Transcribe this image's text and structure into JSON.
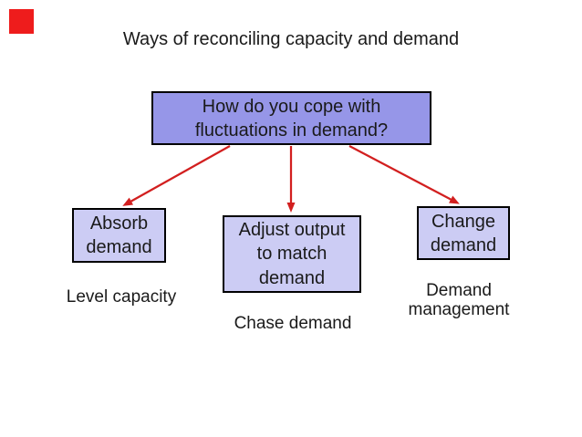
{
  "colors": {
    "logo-red": "#ee1c1c",
    "arrow-red": "#d21f1f",
    "node-fill-primary": "#9696e8",
    "node-fill-secondary": "#ccccf4",
    "node-border": "#000000",
    "text": "#1a1a1a"
  },
  "slide": {
    "title": "Ways of reconciling capacity and demand",
    "logo_icon": "red-square-logo"
  },
  "diagram": {
    "question_box": {
      "label": "How do you cope with\nfluctuations in demand?"
    },
    "strategies": [
      {
        "label": "Absorb\ndemand",
        "caption": "Level capacity"
      },
      {
        "label": "Adjust output\nto match\ndemand",
        "caption": "Chase demand"
      },
      {
        "label": "Change\ndemand",
        "caption": "Demand\nmanagement"
      }
    ]
  }
}
